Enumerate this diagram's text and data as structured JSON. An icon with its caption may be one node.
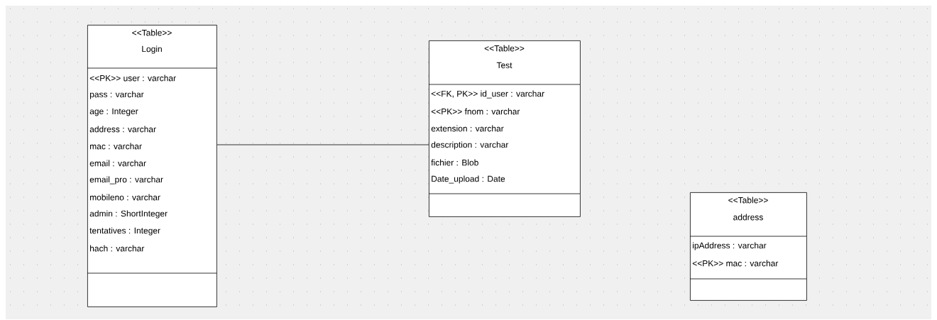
{
  "diagram": {
    "nodes": [
      {
        "text": [
          "<<Table>>",
          "Login",
          "<<PK>> user : varchar",
          "pass : varchar",
          "age : Integer",
          "address : varchar",
          "mac : varchar",
          "email : varchar",
          "email_pro : varchar",
          "mobileno : varchar",
          "admin : ShortInteger",
          "tentatives : Integer",
          "hach : varchar"
        ]
      },
      {
        "text": [
          "<<Table>>",
          "Test",
          "<<FK, PK>> id_user : varchar",
          "<<PK>> fnom : varchar",
          "extension : varchar",
          "description : varchar",
          "fichier : Blob",
          "Date_upload : Date"
        ]
      },
      {
        "text": [
          "<<Table>>",
          "address",
          "ipAddress : varchar",
          "<<PK>> mac : varchar"
        ]
      }
    ],
    "edges": [
      {
        "from": 0,
        "to": 1,
        "arrow": "none"
      }
    ]
  }
}
